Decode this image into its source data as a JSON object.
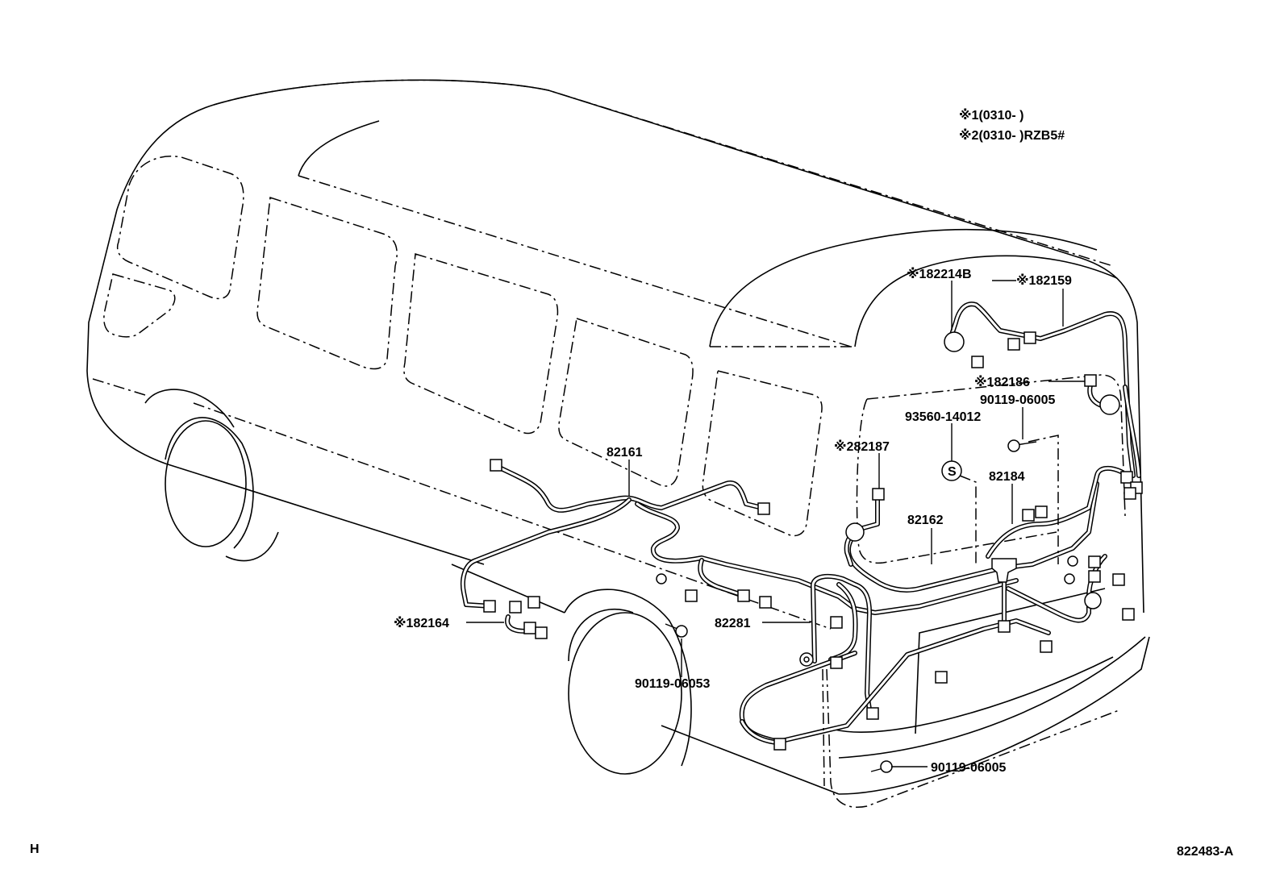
{
  "legend": {
    "line1": "※1(0310-       )",
    "line2": "※2(0310-       )RZB5#"
  },
  "part_labels": {
    "p182214B": "※182214B",
    "p182159": "※182159",
    "p182186": "※182186",
    "p90119_06005_top": "90119-06005",
    "p93560_14012": "93560-14012",
    "p82187": "※282187",
    "p82161": "82161",
    "p82184": "82184",
    "p82162": "82162",
    "p182164": "※182164",
    "p82281": "82281",
    "p90119_06053": "90119-06053",
    "p90119_06005_bottom": "90119-06005",
    "screw_symbol": "S"
  },
  "footer": {
    "left_code": "H",
    "diagram_id": "822483-A"
  }
}
